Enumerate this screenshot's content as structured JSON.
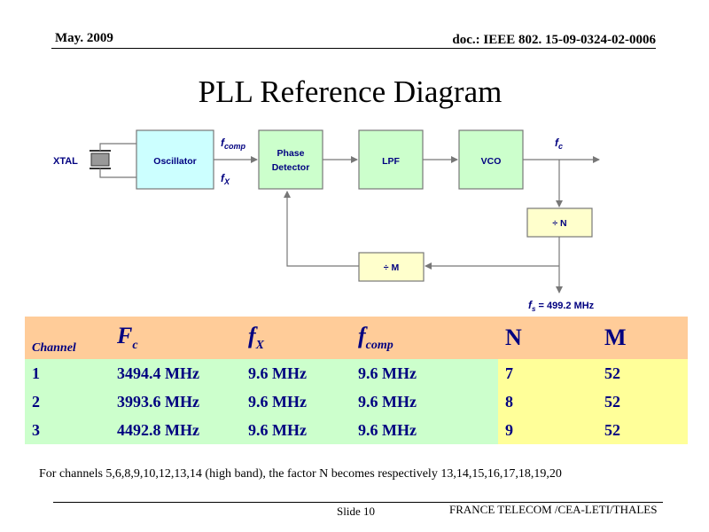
{
  "header": {
    "date": "May. 2009",
    "doc": "doc.: IEEE 802. 15-09-0324-02-0006"
  },
  "title": "PLL Reference Diagram",
  "diagram": {
    "xtal": "XTAL",
    "oscillator": "Oscillator",
    "phase_detector_line1": "Phase",
    "phase_detector_line2": "Detector",
    "lpf": "LPF",
    "vco": "VCO",
    "div_n": "÷ N",
    "div_m": "÷ M",
    "fcomp_main": "f",
    "fcomp_sub": "comp",
    "fx_main": "f",
    "fx_sub": "X",
    "fc_main": "f",
    "fc_sub": "c",
    "fs_main": "f",
    "fs_sub": "s",
    "fs_value": " = 499.2 MHz"
  },
  "table": {
    "headers": {
      "channel": "Channel",
      "fc_main": "F",
      "fc_sub": "c",
      "fx_main": "f",
      "fx_sub": "X",
      "fcomp_main": "f",
      "fcomp_sub": "comp",
      "n": "N",
      "m": "M"
    },
    "rows": [
      {
        "channel": "1",
        "fc": "3494.4 MHz",
        "fx": "9.6 MHz",
        "fcomp": "9.6 MHz",
        "n": "7",
        "m": "52"
      },
      {
        "channel": "2",
        "fc": "3993.6 MHz",
        "fx": "9.6 MHz",
        "fcomp": "9.6 MHz",
        "n": "8",
        "m": "52"
      },
      {
        "channel": "3",
        "fc": "4492.8 MHz",
        "fx": "9.6 MHz",
        "fcomp": "9.6 MHz",
        "n": "9",
        "m": "52"
      }
    ]
  },
  "note": "For channels 5,6,8,9,10,12,13,14 (high band), the factor N becomes respectively 13,14,15,16,17,18,19,20",
  "footer": {
    "slide": "Slide 10",
    "org": "FRANCE TELECOM /CEA-LETI/THALES"
  },
  "colors": {
    "accent": "#000080",
    "box_cyan": "#ccffff",
    "box_green": "#ccffcc",
    "box_yellow": "#ffffcc",
    "table_header": "#ffcc99",
    "table_green": "#ccffcc",
    "table_yellow": "#ffff99"
  }
}
